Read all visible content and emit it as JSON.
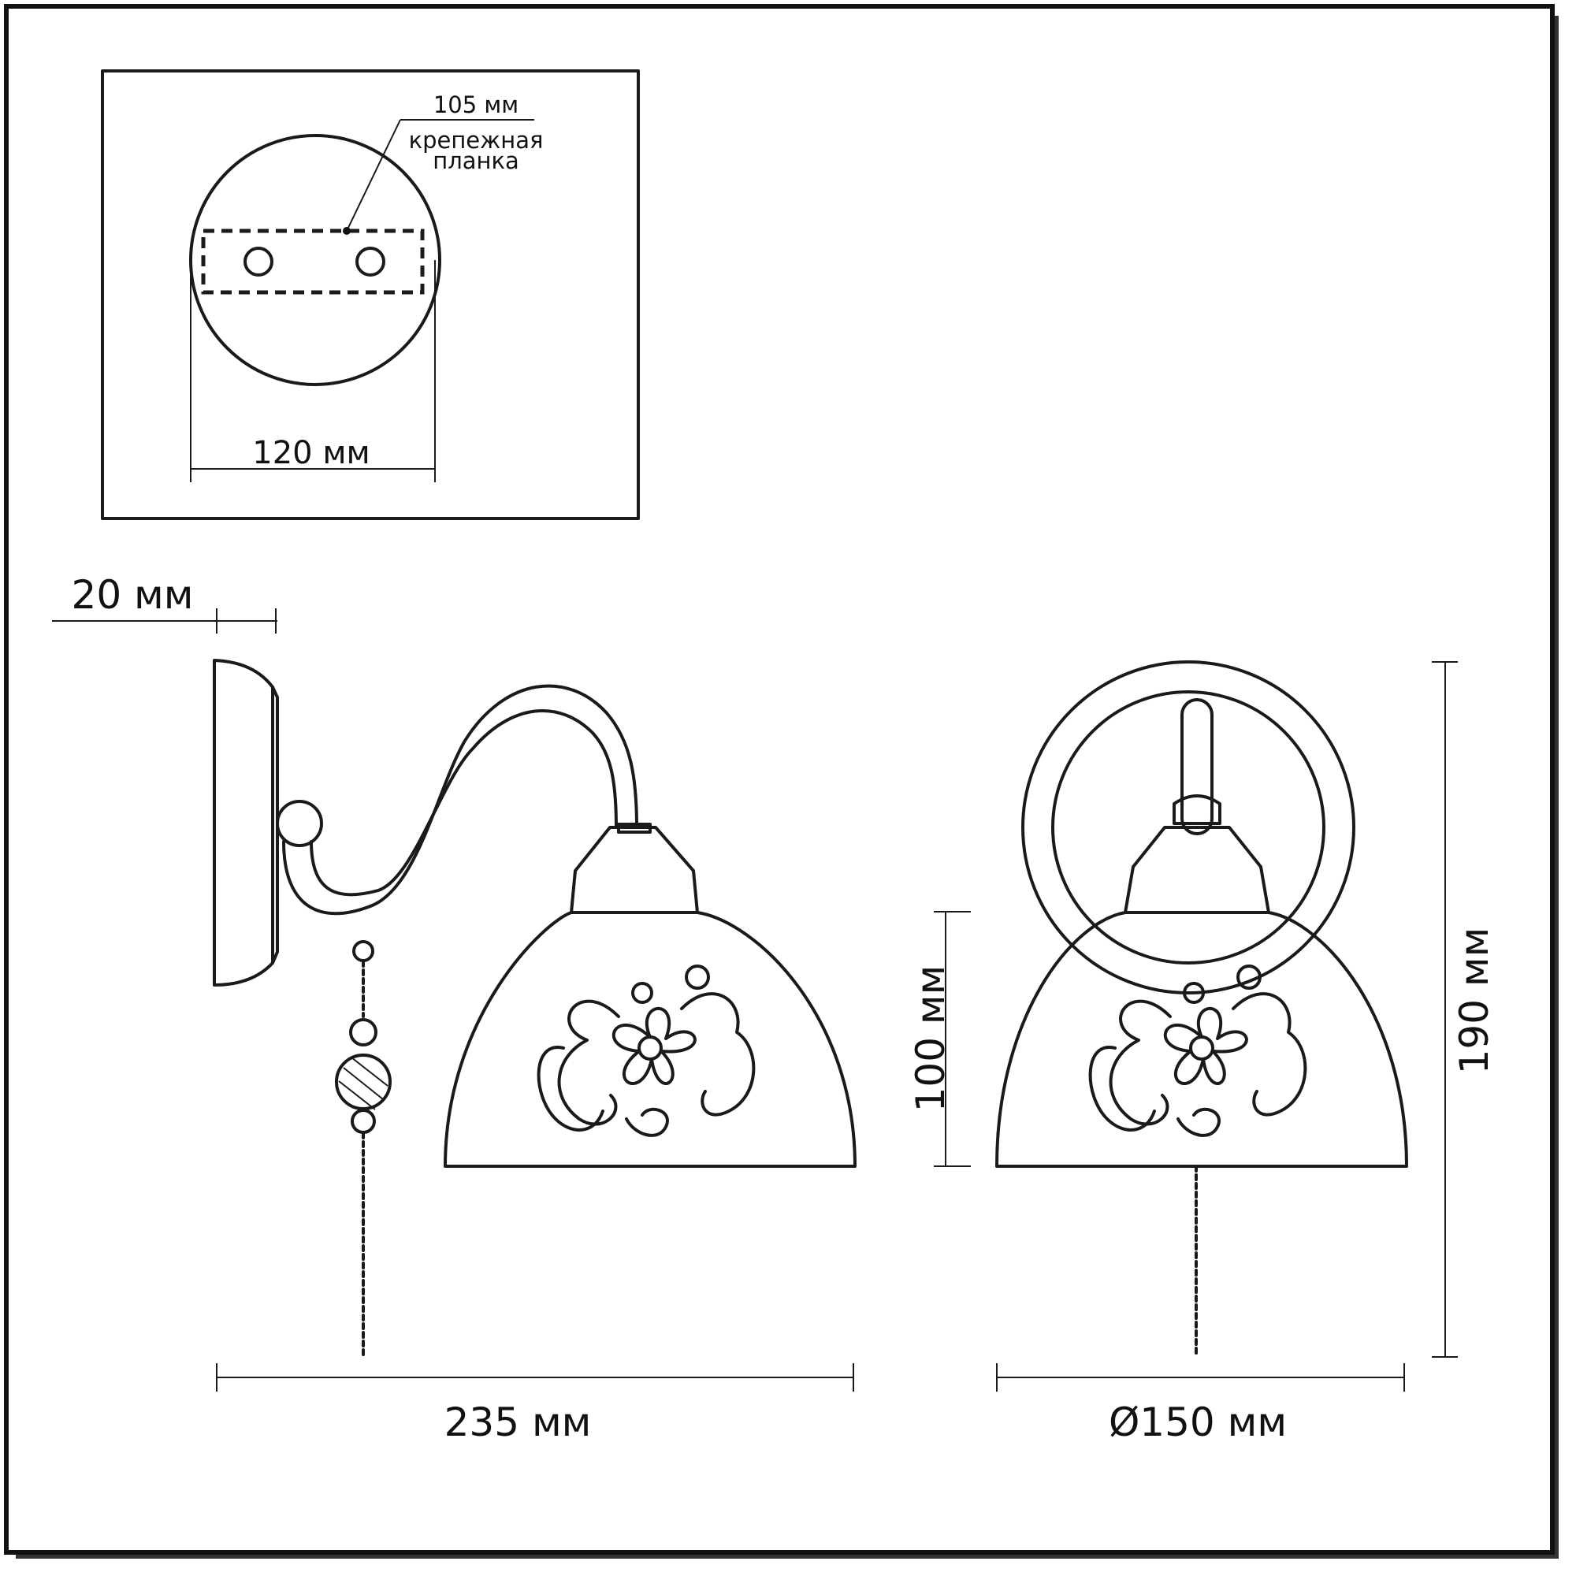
{
  "inset": {
    "plate_width": "105 мм",
    "plate_label_line1": "крепежная",
    "plate_label_line2": "планка",
    "base_diameter": "120 мм"
  },
  "side_view": {
    "base_depth": "20 мм",
    "total_depth": "235 мм",
    "shade_height": "100 мм"
  },
  "front_view": {
    "shade_diameter": "Ø150 мм",
    "total_height": "190 мм"
  }
}
